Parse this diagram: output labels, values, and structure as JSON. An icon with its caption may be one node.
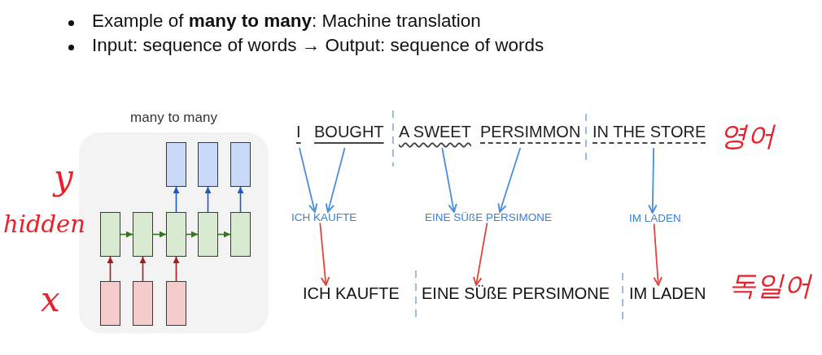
{
  "diagram": {
    "nodes": [
      {
        "text": [
          "many to many"
        ]
      },
      {
        "text": [],
        "shape": "box",
        "in": 0
      },
      {
        "text": [],
        "shape": "box",
        "in": 0
      },
      {
        "text": [],
        "shape": "box",
        "in": 0
      },
      {
        "text": [],
        "shape": "box",
        "in": 0
      },
      {
        "text": [],
        "shape": "box",
        "in": 0
      },
      {
        "text": [],
        "shape": "box",
        "in": 0
      },
      {
        "text": [],
        "shape": "box",
        "in": 0
      },
      {
        "text": [],
        "shape": "box",
        "in": 0
      },
      {
        "text": [],
        "shape": "box",
        "in": 0
      },
      {
        "text": [],
        "shape": "box",
        "in": 0
      },
      {
        "text": [],
        "shape": "box",
        "in": 0
      },
      {
        "text": [
          "I"
        ]
      },
      {
        "text": [
          "BOUGHT"
        ]
      },
      {
        "text": [
          "A SWEET"
        ]
      },
      {
        "text": [
          "PERSIMMON"
        ]
      },
      {
        "text": [
          "IN THE STORE"
        ]
      },
      {
        "text": [
          "ICH KAUFTE"
        ]
      },
      {
        "text": [
          "EINE SÜßE PERSIMONE"
        ]
      },
      {
        "text": [
          "IM LADEN"
        ]
      },
      {
        "text": [
          "ICH KAUFTE"
        ]
      },
      {
        "text": [
          "EINE SÜßE PERSIMONE"
        ]
      },
      {
        "text": [
          "IM LADEN"
        ]
      }
    ],
    "edges": [
      {
        "from": 9,
        "to": 4,
        "arrow": "to",
        "color": "#a61c1c"
      },
      {
        "from": 10,
        "to": 5,
        "arrow": "to",
        "color": "#a61c1c"
      },
      {
        "from": 11,
        "to": 6,
        "arrow": "to",
        "color": "#a61c1c"
      },
      {
        "from": 4,
        "to": 5,
        "arrow": "to",
        "color": "#38761d"
      },
      {
        "from": 5,
        "to": 6,
        "arrow": "to",
        "color": "#38761d"
      },
      {
        "from": 6,
        "to": 7,
        "arrow": "to",
        "color": "#38761d"
      },
      {
        "from": 7,
        "to": 8,
        "arrow": "to",
        "color": "#38761d"
      },
      {
        "from": 6,
        "to": 1,
        "arrow": "to",
        "color": "#1c5bbf"
      },
      {
        "from": 7,
        "to": 2,
        "arrow": "to",
        "color": "#1c5bbf"
      },
      {
        "from": 8,
        "to": 3,
        "arrow": "to",
        "color": "#1c5bbf"
      },
      {
        "from": 12,
        "to": 17,
        "arrow": "to",
        "color": "#4a8fd8"
      },
      {
        "from": 13,
        "to": 17,
        "arrow": "to",
        "color": "#4a8fd8"
      },
      {
        "from": 14,
        "to": 18,
        "arrow": "to",
        "color": "#4a8fd8"
      },
      {
        "from": 15,
        "to": 18,
        "arrow": "to",
        "color": "#4a8fd8"
      },
      {
        "from": 16,
        "to": 19,
        "arrow": "to",
        "color": "#4a8fd8"
      },
      {
        "from": 17,
        "to": 20,
        "arrow": "to",
        "color": "#e0463c"
      },
      {
        "from": 18,
        "to": 21,
        "arrow": "to",
        "color": "#e0463c"
      },
      {
        "from": 19,
        "to": 22,
        "arrow": "to",
        "color": "#e0463c"
      }
    ],
    "labels": [
      "Example of **many to many**: Machine translation",
      "Input: sequence of words → Output: sequence of words",
      "y",
      "hidden",
      "x",
      "영어",
      "독일어"
    ]
  }
}
